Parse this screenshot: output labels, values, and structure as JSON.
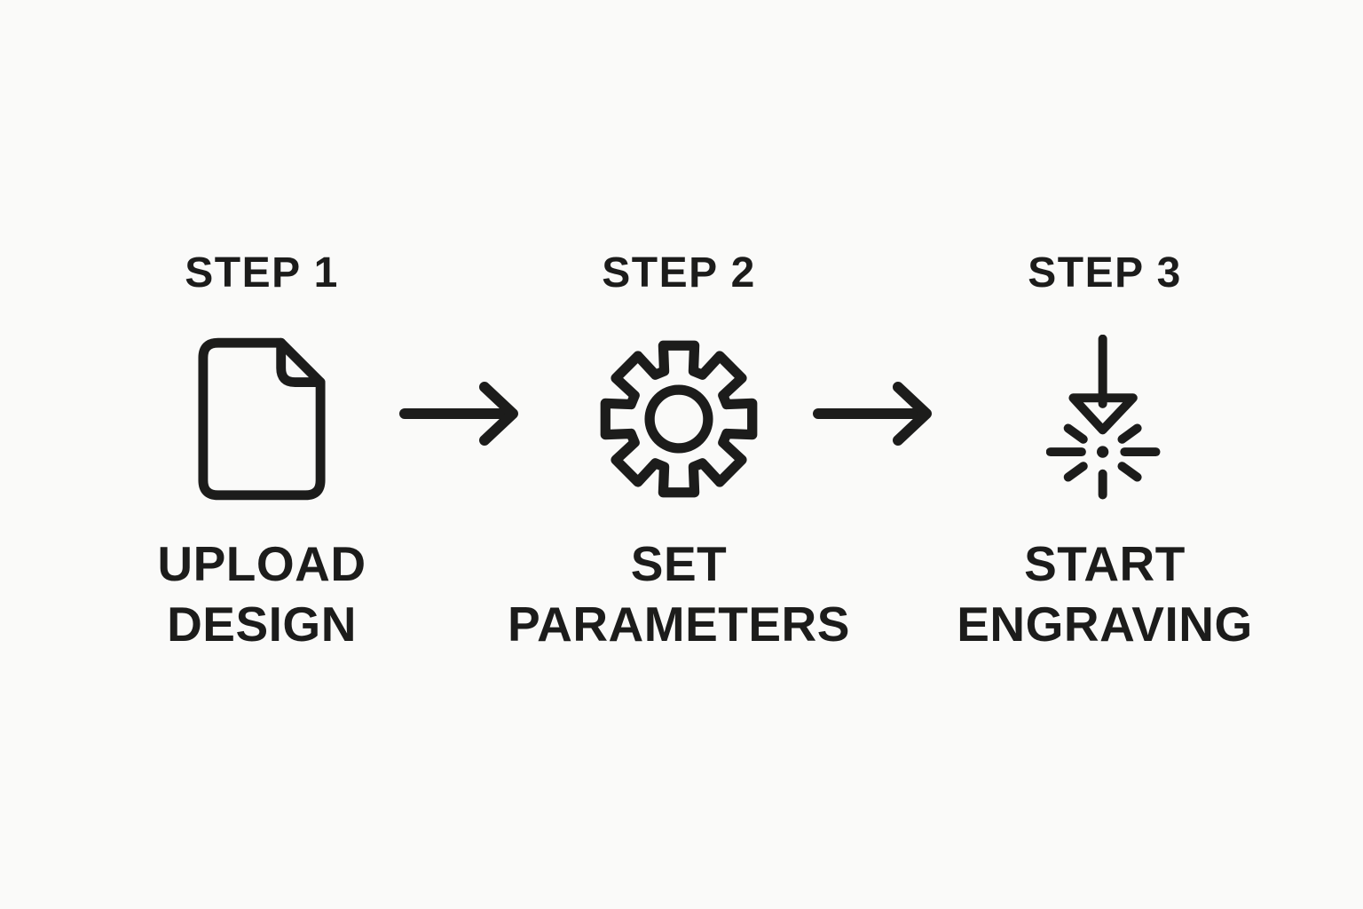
{
  "diagram": {
    "background_color": "#fafaf9",
    "ink_color": "#1c1c1b",
    "steps": [
      {
        "title": "STEP 1",
        "icon": "document-icon",
        "label_line1": "UPLOAD",
        "label_line2": "DESIGN"
      },
      {
        "title": "STEP 2",
        "icon": "gear-icon",
        "label_line1": "SET",
        "label_line2": "PARAMETERS"
      },
      {
        "title": "STEP 3",
        "icon": "laser-engraving-icon",
        "label_line1": "START",
        "label_line2": "ENGRAVING"
      }
    ],
    "connectors": [
      "arrow-right-icon",
      "arrow-right-icon"
    ]
  }
}
